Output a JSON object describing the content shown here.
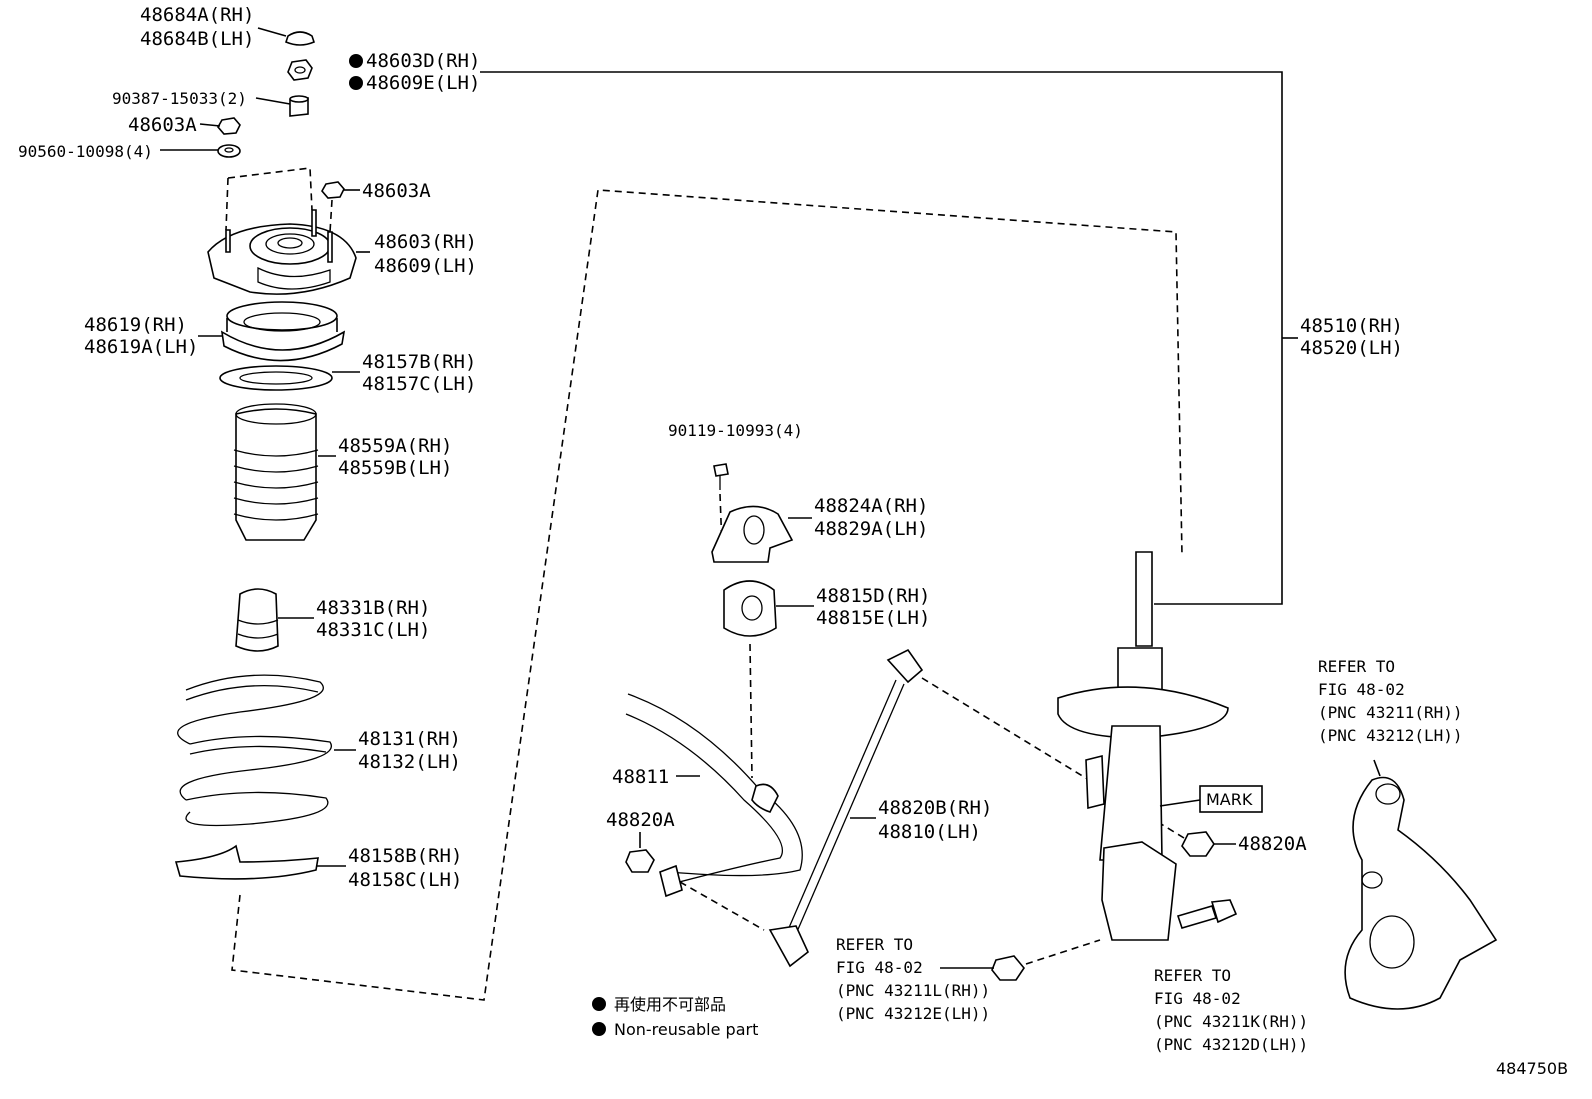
{
  "diagram_id": "484750B",
  "callouts": {
    "c48684a": "48684A(RH)",
    "c48684b": "48684B(LH)",
    "c48603d": "48603D(RH)",
    "c48609e": "48609E(LH)",
    "c90387": "90387-15033(2)",
    "c48603a_top": "48603A",
    "c90560": "90560-10098(4)",
    "c48603a_mid": "48603A",
    "c48603": "48603(RH)",
    "c48609": "48609(LH)",
    "c48619": "48619(RH)",
    "c48619a": "48619A(LH)",
    "c48157b": "48157B(RH)",
    "c48157c": "48157C(LH)",
    "c48559a": "48559A(RH)",
    "c48559b": "48559B(LH)",
    "c48331b": "48331B(RH)",
    "c48331c": "48331C(LH)",
    "c48131": "48131(RH)",
    "c48132": "48132(LH)",
    "c48158b": "48158B(RH)",
    "c48158c": "48158C(LH)",
    "c90119": "90119-10993(4)",
    "c48824a": "48824A(RH)",
    "c48829a": "48829A(LH)",
    "c48815d": "48815D(RH)",
    "c48815e": "48815E(LH)",
    "c48811": "48811",
    "c48820a_left": "48820A",
    "c48820b": "48820B(RH)",
    "c48810": "48810(LH)",
    "c48820a_right": "48820A",
    "c48510": "48510(RH)",
    "c48520": "48520(LH)",
    "mark": "MARK"
  },
  "refer_notes": {
    "knuckle": [
      "REFER TO",
      "FIG 48-02",
      "(PNC 43211(RH))",
      "(PNC 43212(LH))"
    ],
    "nut": [
      "REFER TO",
      "FIG 48-02",
      "(PNC 43211L(RH))",
      "(PNC 43212E(LH))"
    ],
    "bolt": [
      "REFER TO",
      "FIG 48-02",
      "(PNC 43211K(RH))",
      "(PNC 43212D(LH))"
    ]
  },
  "legend": {
    "line_jp": "再使用不可部品",
    "line_en": "Non-reusable part"
  }
}
